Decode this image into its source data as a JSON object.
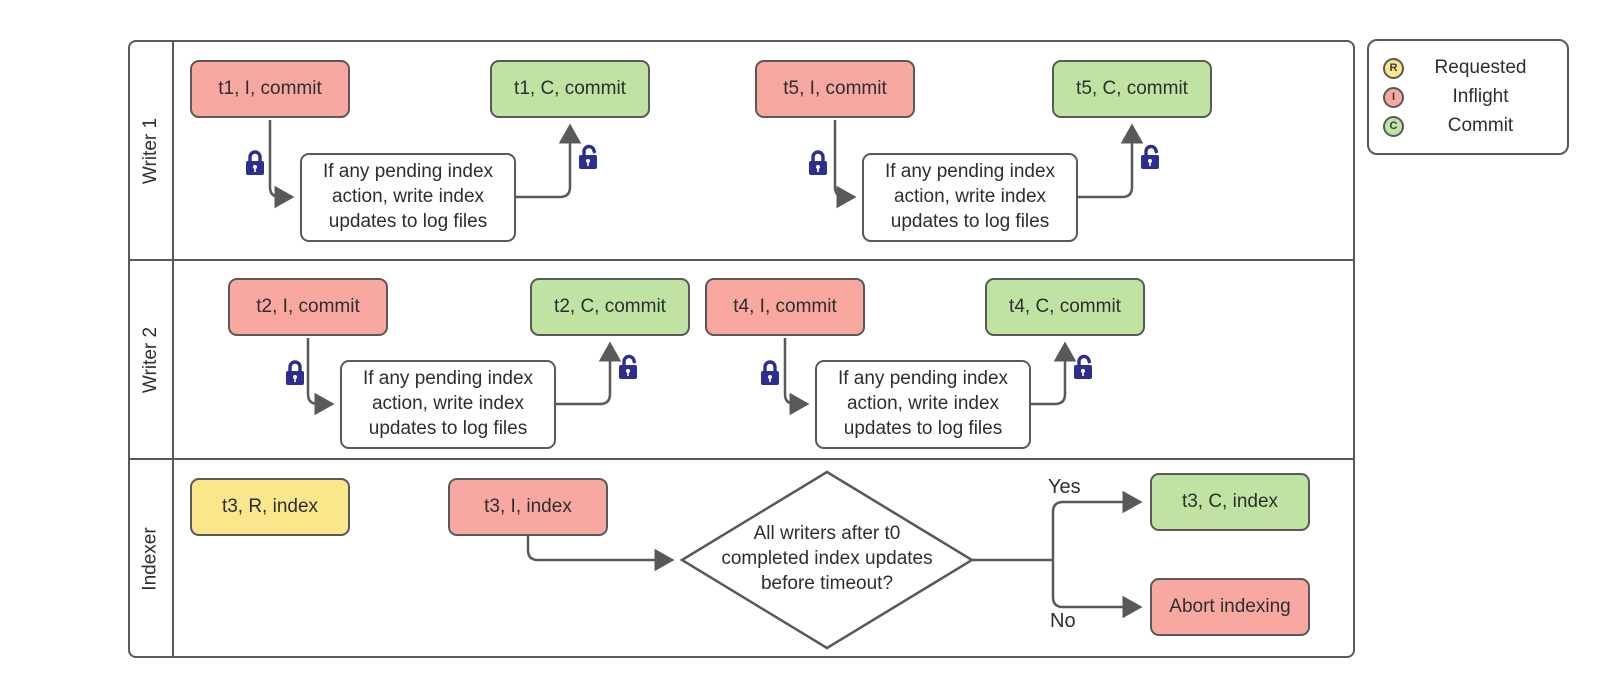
{
  "diagram": {
    "lanes": [
      {
        "label": "Writer 1"
      },
      {
        "label": "Writer 2"
      },
      {
        "label": "Indexer"
      }
    ],
    "writer1": {
      "t1_inflight": "t1, I, commit",
      "t1_commit": "t1, C, commit",
      "process1": "If any pending index action, write index updates to log files",
      "t5_inflight": "t5, I, commit",
      "t5_commit": "t5, C, commit",
      "process2": "If any pending index action, write index updates to log files"
    },
    "writer2": {
      "t2_inflight": "t2, I, commit",
      "t2_commit": "t2, C, commit",
      "process1": "If any pending index action, write index updates to log files",
      "t4_inflight": "t4, I, commit",
      "t4_commit": "t4, C, commit",
      "process2": "If any pending index action, write index updates to log files"
    },
    "indexer": {
      "t3_requested": "t3, R, index",
      "t3_inflight": "t3, I, index",
      "decision": "All writers after t0 completed index updates before timeout?",
      "yes_label": "Yes",
      "no_label": "No",
      "t3_commit": "t3, C, index",
      "abort": "Abort indexing"
    }
  },
  "legend": {
    "items": [
      {
        "letter": "R",
        "label": "Requested",
        "color": "#fae78b"
      },
      {
        "letter": "I",
        "label": "Inflight",
        "color": "#f9a8a1"
      },
      {
        "letter": "C",
        "label": "Commit",
        "color": "#c0e3a4"
      }
    ]
  },
  "icons": {
    "closed_lock": "closed-lock-icon",
    "open_lock": "open-lock-icon"
  },
  "colors": {
    "inflight_fill": "#f9a8a1",
    "commit_fill": "#c0e3a4",
    "requested_fill": "#fae78b",
    "line_and_border": "#595959",
    "lock_blue": "#2d2f8f",
    "text": "#2e2e2e",
    "background": "#ffffff"
  }
}
